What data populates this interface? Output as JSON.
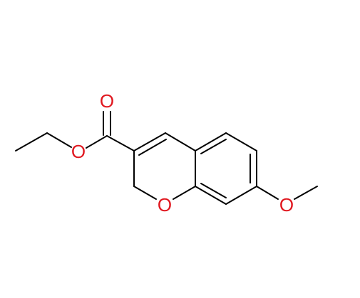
{
  "molecule": {
    "atoms": {
      "carbonyl_oxygen": "O",
      "ester_oxygen": "O",
      "ring_oxygen": "O",
      "methoxy_oxygen": "O"
    }
  },
  "colors": {
    "bond": "#000000",
    "heteroatom": "#e0171f",
    "background": "#ffffff"
  }
}
